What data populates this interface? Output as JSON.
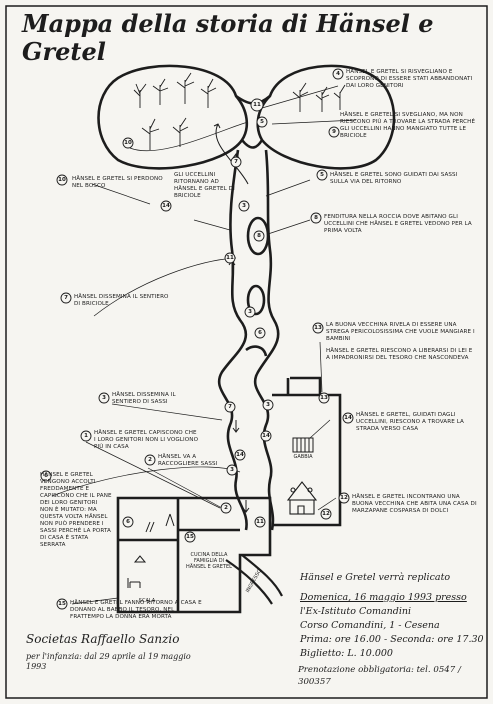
{
  "title": "Mappa della storia di Hänsel e Gretel",
  "notes": {
    "n4": "Hänsel e Gretel si risvegliano e scoprono di essere stati abbandonati dai loro genitori",
    "n9": "Hänsel e Gretel si svegliano, ma non riescono più a trovare la strada perché gli uccellini hanno mangiato tutte le briciole",
    "n10": "Hänsel e Gretel si perdono nel bosco",
    "n14a": "Gli uccellini ritornano ad Hänsel e Gretel di briciole",
    "n5": "Hänsel e Gretel sono guidati dai sassi sulla via del ritorno",
    "n8": "Fenditura nella roccia dove abitano gli uccellini che Hänsel e Gretel vedono per la prima volta",
    "n7": "Hänsel dissemina il sentiero di briciole",
    "n13": "La buona vecchina rivela di essere una strega pericolosissima che vuole mangiare i bambini",
    "n13b": "Hänsel e Gretel riescono a liberarsi di lei e a impadronirsi del tesoro che nascondeva",
    "n3": "Hänsel dissemina il sentiero di sassi",
    "n1": "Hänsel e Gretel capiscono che i loro genitori non li vogliono più in casa",
    "n2": "Hänsel va a raccogliere sassi",
    "n6": "Hänsel e Gretel vengono accolti freddamente e capiscono che il pane dei loro genitori non è mutato: ma questa volta Hänsel non può prendere i sassi perché la porta di casa è stata serrata",
    "n14": "Hänsel e Gretel, guidati dagli uccellini, riescono a trovare la strada verso casa",
    "n12": "Hänsel e Gretel incontrano una buona vecchina che abita una casa di marzapane cosparsa di dolci",
    "n15": "Hänsel e Gretel fanno ritorno a casa e donano al babbo il tesoro, nel frattempo la donna era morta"
  },
  "house": {
    "kitchen": "Cucina della famiglia di Hänsel e Gretel",
    "stairs": "Scala",
    "entrance": "Ingresso",
    "cage": "Gabbia"
  },
  "numbers": [
    "1",
    "2",
    "3",
    "4",
    "5",
    "6",
    "7",
    "8",
    "9",
    "10",
    "11",
    "12",
    "13",
    "14",
    "15"
  ],
  "signature": {
    "company": "Societas Raffaello Sanzio",
    "dates": "per l'infanzia: dal 29 aprile al 19 maggio 1993"
  },
  "event": {
    "line1": "Hänsel e Gretel verrà replicato",
    "line2": "Domenica, 16 maggio 1993 presso",
    "line3": "l'Ex-Istituto Comandini",
    "line4": "Corso Comandini, 1 - Cesena",
    "line5": "Prima: ore 16.00 - Seconda: ore 17.30",
    "line6": "Biglietto: L. 10.000",
    "line7": "Prenotazione obbligatoria: tel. 0547 / 300357"
  },
  "colors": {
    "ink": "#1d1d1d",
    "paper": "#f6f5f1"
  }
}
